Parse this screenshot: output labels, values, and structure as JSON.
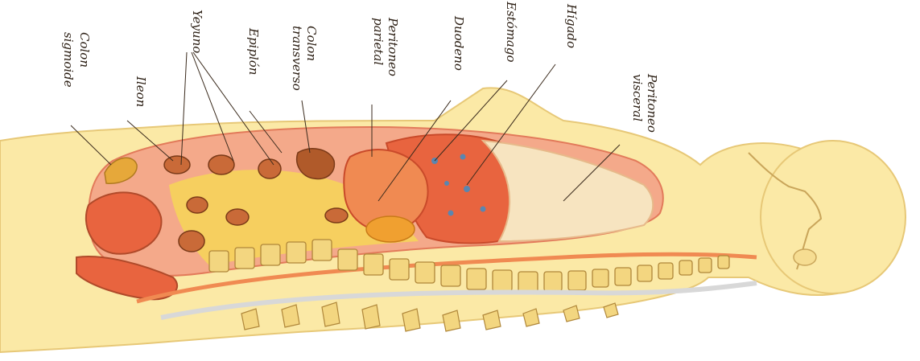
{
  "labels": {
    "colon_sigmoide_1": "Colon",
    "colon_sigmoide_2": "sigmoide",
    "ileon": "Ileon",
    "yeyuno": "Yeyuno",
    "epiplon": "Epiplón",
    "colon_transverso_1": "Colon",
    "colon_transverso_2": "transverso",
    "peritoneo_parietal_1": "Peritoneo",
    "peritoneo_parietal_2": "parietal",
    "duodeno": "Duodeno",
    "estomago": "Estómago",
    "higado": "Hígado",
    "peritoneo_visceral_1": "Peritoneo",
    "peritoneo_visceral_2": "visceral"
  },
  "colors": {
    "skin": "#fbe9a6",
    "skin_edge": "#e7c877",
    "organ_red": "#e8643f",
    "organ_orange": "#f08a52",
    "peritoneum": "#f4a98a",
    "mesentery": "#f6d35a",
    "spine": "#f3d680",
    "liver_dots": "#5a86b0"
  }
}
